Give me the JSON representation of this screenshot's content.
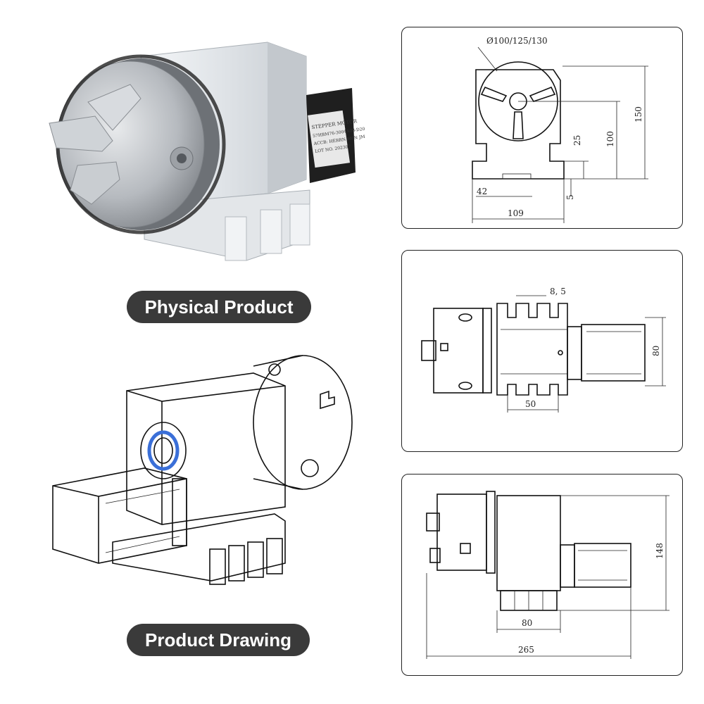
{
  "labels": {
    "physical": "Physical Product",
    "drawing": "Product Drawing"
  },
  "motor_label": {
    "line1": "STEPPER MOTOR",
    "line2": "57HBM76-3004A08-D20",
    "line3": "ACCB: HERRN M6N JM",
    "line4": "LOT NO. 202307"
  },
  "front_view": {
    "diameter": "Ø100/125/130",
    "height_total": "150",
    "height_center": "100",
    "height_base": "25",
    "base_offset": "5",
    "slot_width": "42",
    "width": "109"
  },
  "top_view": {
    "slot_pitch": "8, 5",
    "body_width": "80",
    "slot_spacing": "50"
  },
  "side_view": {
    "height": "148",
    "body_length": "80",
    "total_length": "265"
  },
  "colors": {
    "pill_bg": "#3a3a3a",
    "aluminum": "#d9dde2",
    "chuck_steel": "#b9bdc2",
    "motor_black": "#1c1c1c",
    "bearing_blue": "#3a6fd8"
  }
}
